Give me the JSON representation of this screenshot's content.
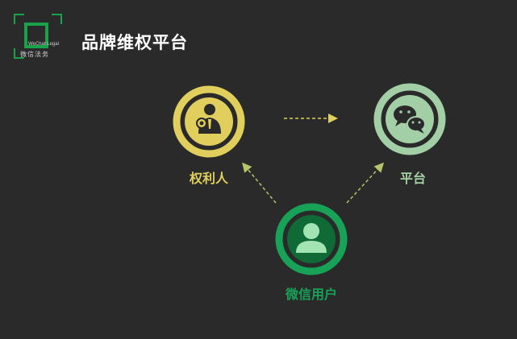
{
  "header": {
    "title": "品牌维权平台"
  },
  "logo": {
    "brand_en": "WeChat Legal",
    "brand_cn": "微信法务"
  },
  "nodes": {
    "rights_holder": {
      "label": "权利人",
      "color": "#e0cf5c",
      "icon": "lawyer-icon"
    },
    "platform": {
      "label": "平台",
      "color": "#a3cfa6",
      "icon": "wechat-icon"
    },
    "wechat_user": {
      "label": "微信用户",
      "color": "#17a257",
      "icon": "user-icon"
    }
  },
  "edges": [
    {
      "from": "rights_holder",
      "to": "platform",
      "style": "dashed"
    },
    {
      "from": "wechat_user",
      "to": "rights_holder",
      "style": "dashed"
    },
    {
      "from": "wechat_user",
      "to": "platform",
      "style": "dashed"
    }
  ],
  "colors": {
    "background": "#2a2a2a",
    "title": "#ffffff",
    "logo_green": "#1aa24b"
  }
}
